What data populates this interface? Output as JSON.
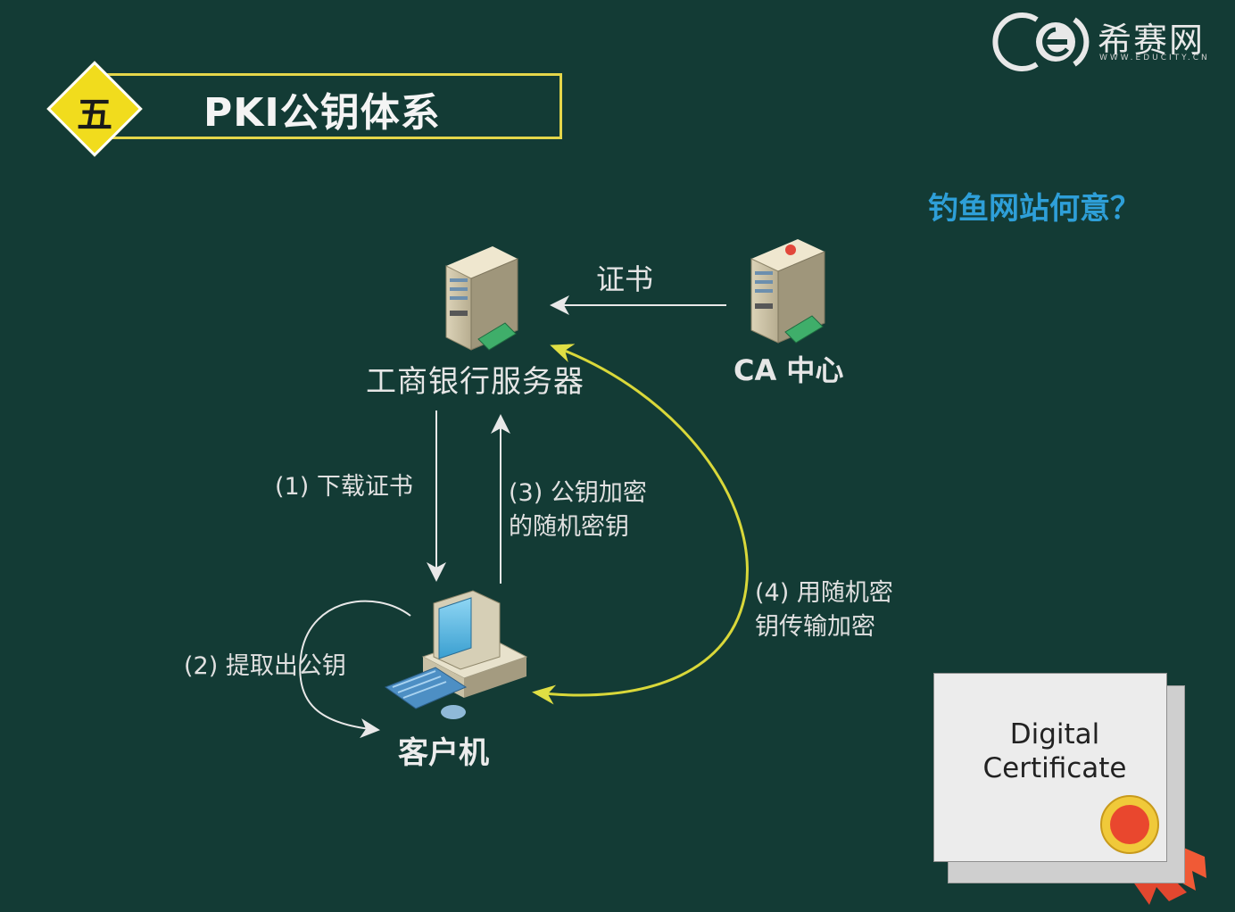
{
  "header": {
    "section_number": "五",
    "title": "PKI公钥体系"
  },
  "logo": {
    "icon": "e-circle-logo-icon",
    "name": "希赛网",
    "subtitle": "WWW.EDUCITY.CN"
  },
  "question": "钓鱼网站何意？",
  "diagram": {
    "nodes": {
      "server": "工商银行服务器",
      "ca": "CA 中心",
      "client": "客户机"
    },
    "edges": {
      "cert": "证书",
      "step1": "(1) 下载证书",
      "step2": "(2) 提取出公钥",
      "step3_line1": "(3) 公钥加密",
      "step3_line2": "的随机密钥",
      "step4_line1": "(4) 用随机密",
      "step4_line2": "钥传输加密"
    },
    "colors": {
      "background": "#133b35",
      "arrow_white": "#e8e8e8",
      "arrow_yellow": "#d9d83a",
      "title_border": "#e4d64a",
      "diamond": "#f1dc1d",
      "question": "#2e9fd8"
    }
  },
  "certificate": {
    "line1": "Digital",
    "line2": "Certificate"
  }
}
